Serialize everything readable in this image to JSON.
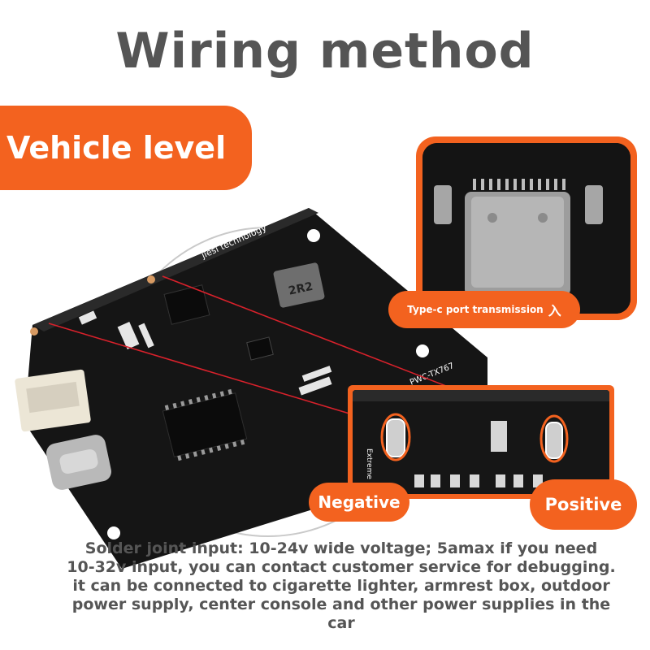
{
  "title": "Wiring method",
  "badge": {
    "label": "Vehicle level"
  },
  "callouts": {
    "port": {
      "label": "Type-c port transmission",
      "glyph": "入"
    },
    "negative": "Negative",
    "positive": "Positive"
  },
  "board": {
    "silk_brand": "jiesi technology",
    "silk_model": "PWC-TX767",
    "inductor_code": "2R2",
    "pad_label": "Extreme"
  },
  "description": {
    "lines": [
      "Solder joint input: 10-24v wide voltage; 5amax if you need",
      "10-32v input, you can contact customer service for debugging.",
      "it can be connected to cigarette lighter, armrest box, outdoor",
      "power supply, center console and other power supplies in the",
      "car"
    ]
  },
  "colors": {
    "accent": "#f3621f",
    "board": "#151515",
    "text": "#555555",
    "wire": "#d8212b"
  }
}
